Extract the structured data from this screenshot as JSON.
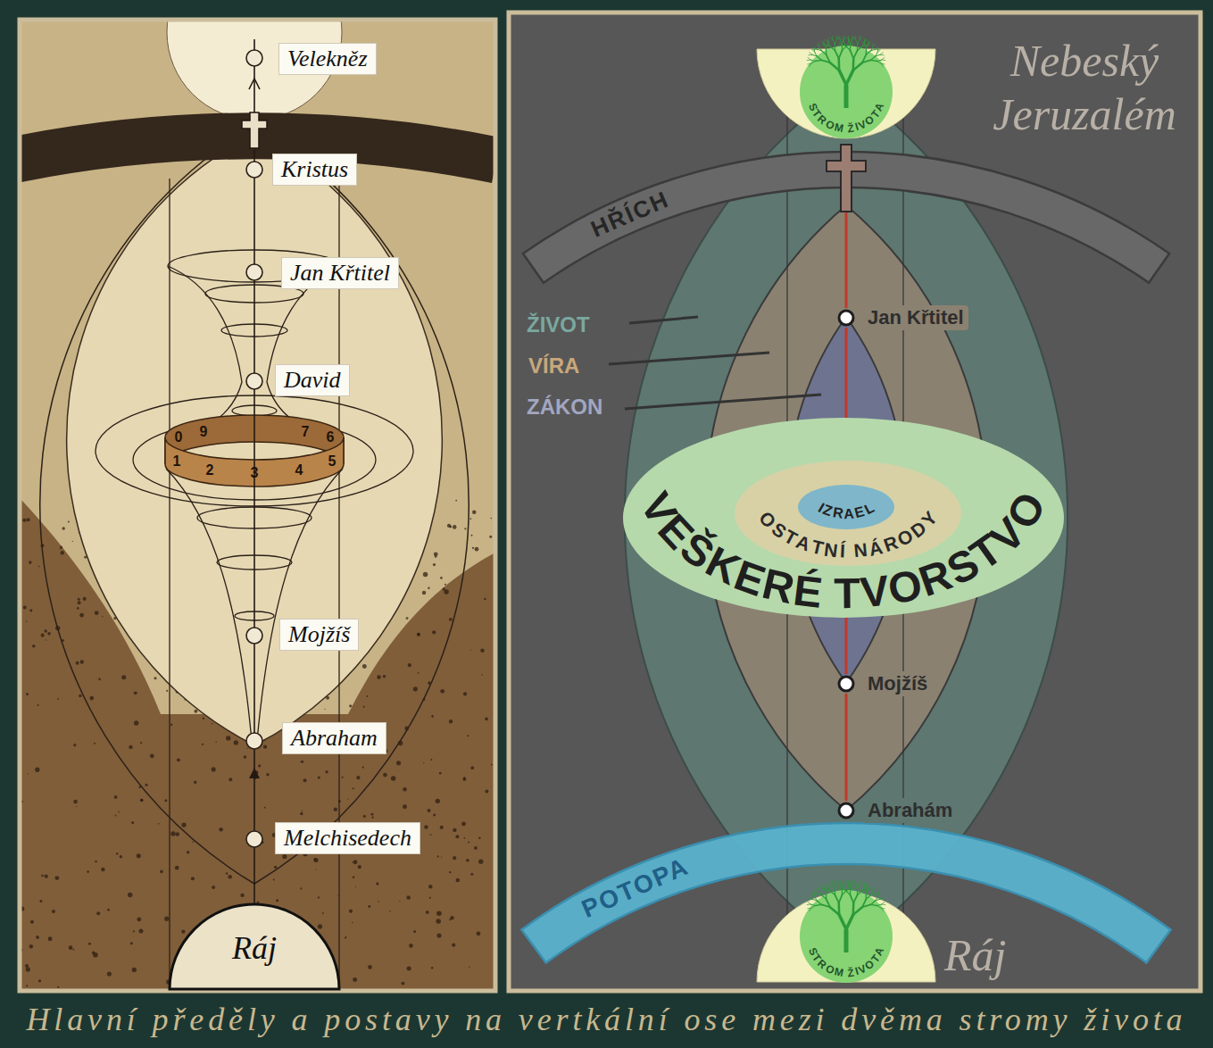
{
  "diagram": {
    "caption": "Hlavní předěly a postavy na vertkální ose mezi dvěma stromy života",
    "nodes": [
      {
        "text": [
          "Velekněz"
        ]
      },
      {
        "text": [
          "Kristus"
        ]
      },
      {
        "text": [
          "Jan Křtitel"
        ]
      },
      {
        "text": [
          "David"
        ]
      },
      {
        "text": [
          "Mojžíš"
        ]
      },
      {
        "text": [
          "Abraham"
        ]
      },
      {
        "text": [
          "Melchisedech"
        ]
      },
      {
        "text": [
          "Ráj"
        ]
      },
      {
        "text": [
          "STROM ŽIVOTA"
        ]
      },
      {
        "text": [
          "HŘÍCH"
        ]
      },
      {
        "text": [
          "Jan Křtitel"
        ]
      },
      {
        "text": [
          "VEŠKERÉ TVORSTVO"
        ]
      },
      {
        "text": [
          "OSTATNÍ NÁRODY"
        ],
        "in": 11
      },
      {
        "text": [
          "IZRAEL"
        ],
        "in": 12
      },
      {
        "text": [
          "Mojžíš"
        ]
      },
      {
        "text": [
          "Abrahám"
        ]
      },
      {
        "text": [
          "POTOPA"
        ]
      },
      {
        "text": [
          "STROM ŽIVOTA"
        ]
      }
    ],
    "edges": [
      {
        "from": 15,
        "to": 14,
        "arrow": "none"
      },
      {
        "from": 14,
        "to": 10,
        "arrow": "none"
      }
    ],
    "labels": [
      "0",
      "9",
      "7",
      "6",
      "1",
      "2",
      "3",
      "4",
      "5",
      "Nebeský Jeruzalém",
      "ŽIVOT",
      "VÍRA",
      "ZÁKON",
      "Ráj"
    ]
  }
}
